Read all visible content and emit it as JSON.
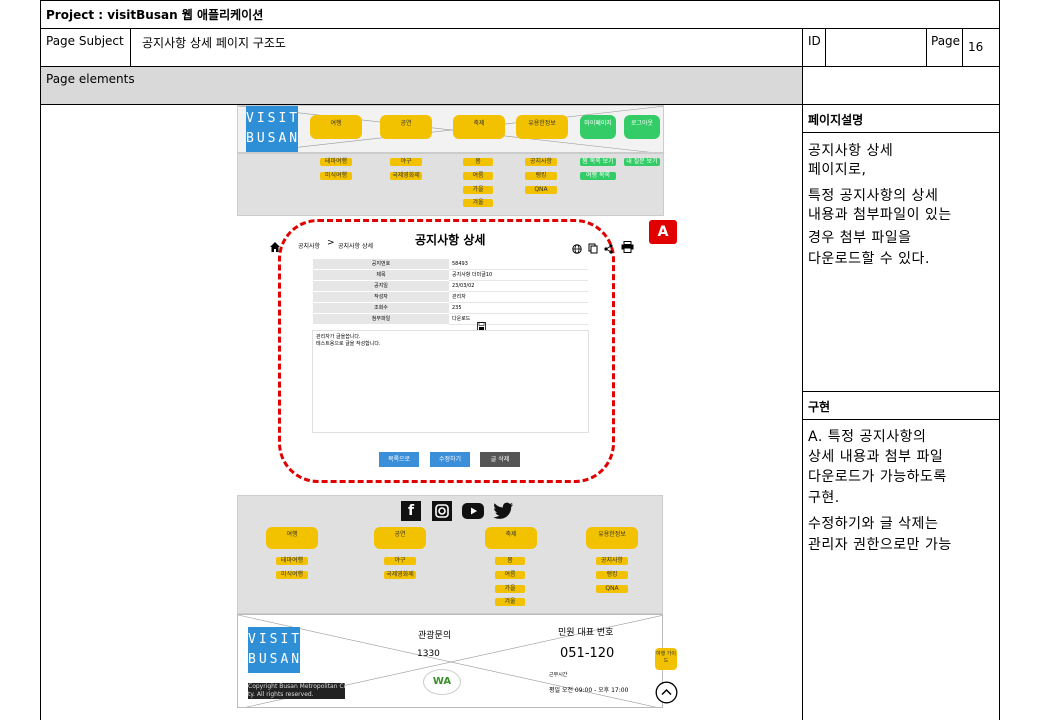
{
  "header": {
    "project_title": "Project : visitBusan 웹 애플리케이션",
    "page_subject_label": "Page Subject",
    "page_subject_value": "공지사항 상세 페이지 구조도",
    "id_label": "ID",
    "id_value": "",
    "page_label": "Page",
    "page_value": "16",
    "page_elements_label": "Page elements"
  },
  "side": {
    "desc_heading": "페이지설명",
    "desc_lines": [
      "공지사항 상세",
      "페이지로,",
      "특정 공지사항의 상세",
      "내용과 첨부파일이 있는",
      "경우 첨부 파일을",
      "다운로드할 수 있다."
    ],
    "impl_heading": "구현",
    "impl_lines": [
      "A.  특정 공지사항의",
      "상세 내용과 첨부 파일",
      "다운로드가 가능하도록",
      "구현.",
      "수정하기와 글 삭제는",
      "관리자 권한으로만 가능"
    ]
  },
  "mockup": {
    "logo_top": "VISIT",
    "logo_bottom": "BUSAN",
    "nav_main": [
      "여행",
      "공연",
      "축제",
      "유용한정보"
    ],
    "nav_user": [
      "마이페이지",
      "로그아웃"
    ],
    "sub_col1": [
      "테마여행",
      "미식여행"
    ],
    "sub_col2": [
      "야구",
      "국제영화제"
    ],
    "sub_col3": [
      "봄",
      "여름",
      "가을",
      "겨울"
    ],
    "sub_col4": [
      "공지사항",
      "랭킹",
      "QNA"
    ],
    "sub_col5": [
      "찜 목록 보기",
      "여행 목록"
    ],
    "sub_col6": [
      "내 질문 보기"
    ],
    "breadcrumb_home": "공지사항",
    "breadcrumb_current": "공지사항 상세",
    "page_title": "공지사항 상세",
    "marker": "A",
    "table": [
      {
        "key": "공지번호",
        "value": "58493"
      },
      {
        "key": "제목",
        "value": "공지사항 더미글10"
      },
      {
        "key": "공지일",
        "value": "23/03/02"
      },
      {
        "key": "작성자",
        "value": "관리자"
      },
      {
        "key": "조회수",
        "value": "235"
      },
      {
        "key": "첨부파일",
        "value": "다운로드"
      }
    ],
    "body_lines": [
      "관리자가 글을씁니다.",
      "테스트용으로 글을 작성합니다."
    ],
    "btn_list": "목록으로",
    "btn_edit": "수정하기",
    "btn_delete": "글 삭제",
    "footer_nav": [
      "여행",
      "공연",
      "축제",
      "유용한정보"
    ],
    "footer_col1": [
      "테마여행",
      "미식여행"
    ],
    "footer_col2": [
      "야구",
      "국제영화제"
    ],
    "footer_col3": [
      "봄",
      "여름",
      "가을",
      "겨울"
    ],
    "footer_col4": [
      "공지사항",
      "랭킹",
      "QNA"
    ],
    "tour_inquiry_label": "관광문의",
    "tour_inquiry_number": "1330",
    "civil_label": "민원 대표 번호",
    "civil_number": "051-120",
    "work_hours_label": "근무시간",
    "work_hours_value": "평일 오전 09:00 - 오후 17:00",
    "copyright_line1": "Copyright Busan Metropolitan Ci",
    "copyright_line2": "ty. All rights reserved.",
    "wa_text": "WA",
    "badge_text": "여행 가이드",
    "social_icons": [
      "facebook-icon",
      "instagram-icon",
      "youtube-icon",
      "twitter-icon"
    ]
  }
}
